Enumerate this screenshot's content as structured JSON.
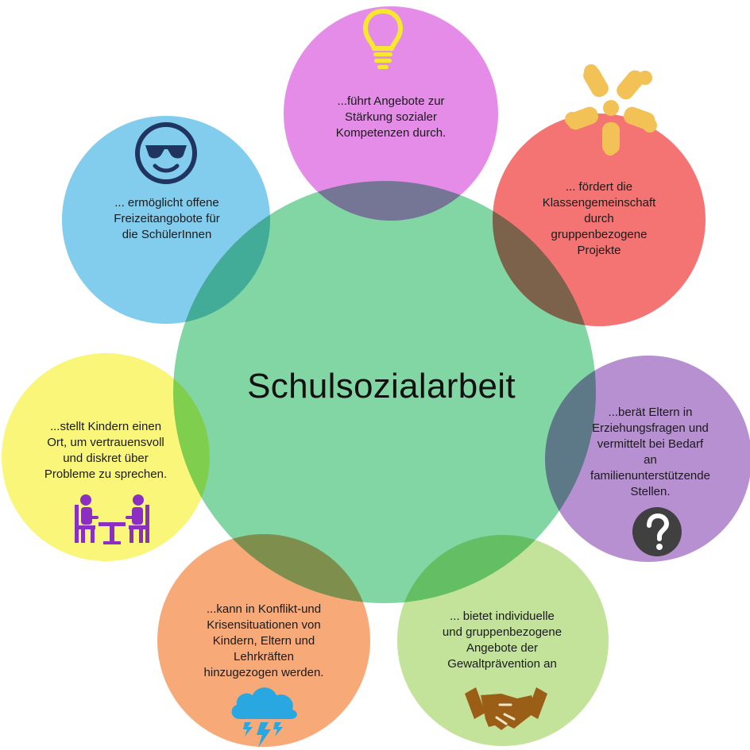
{
  "title": "Schulsozialarbeit",
  "colors": {
    "center": "#82d6a4",
    "top": "#e58ce8",
    "top_right": "#f47474",
    "right": "#b790d2",
    "bottom_right": "#c3e39a",
    "bottom": "#f8a978",
    "left": "#f9f679",
    "top_left": "#82cdee"
  },
  "bubbles": {
    "top": "...führt Angebote zur\nStärkung sozialer\nKompetenzen durch.",
    "top_right": "... fördert die\nKlassengemeinschaft\ndurch\ngruppenbezogene\nProjekte",
    "right": "...berät Eltern in\nErziehungsfragen und\nvermittelt bei Bedarf\nan\nfamilienunterstützende\nStellen.",
    "bottom_right": "... bietet individuelle\nund gruppenbezogene\nAngebote der\nGewaltprävention an",
    "bottom": "...kann in Konflikt-und\nKrisensituationen von\nKindern, Eltern und\nLehrkräften\nhinzugezogen werden.",
    "left": "...stellt Kindern einen\nOrt, um vertrauensvoll\nund diskret über\nProbleme zu sprechen.",
    "top_left": "... ermöglicht offene\nFreizeitangobote für\ndie SchülerInnen"
  },
  "icons": {
    "top": "lightbulb-icon",
    "top_right": "hands-together-icon",
    "right": "question-mark-icon",
    "bottom_right": "handshake-icon",
    "bottom": "storm-cloud-icon",
    "left": "conversation-table-icon",
    "top_left": "sunglasses-smiley-icon"
  }
}
